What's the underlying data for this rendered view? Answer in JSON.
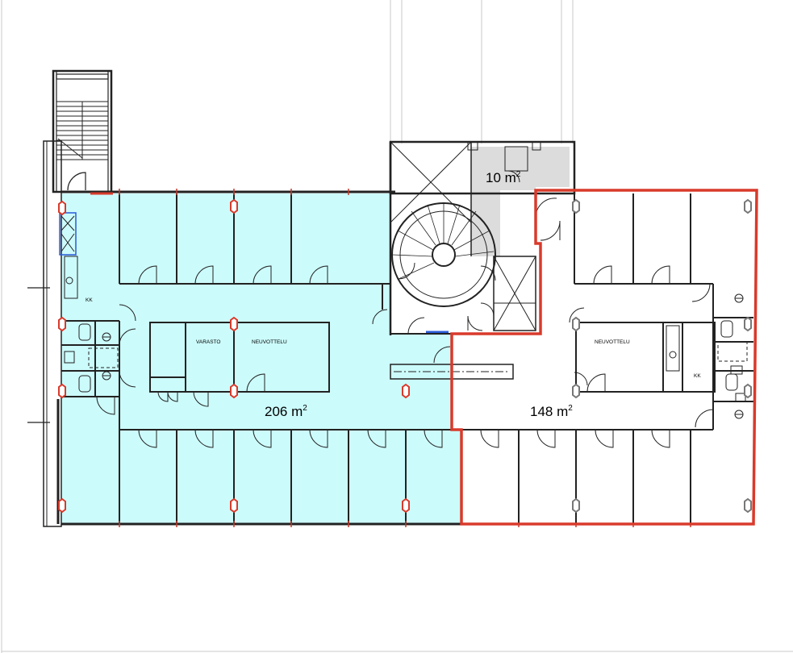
{
  "plan": {
    "areas": [
      {
        "value": "206 m",
        "unit_sup": "2"
      },
      {
        "value": "148 m",
        "unit_sup": "2"
      },
      {
        "value": "10 m",
        "unit_sup": "2"
      }
    ],
    "rooms": [
      "VARASTO",
      "NEUVOTTELU",
      "NEUVOTTELU",
      "KK",
      "KK"
    ]
  },
  "colors": {
    "leased_fill": "#ccfbfb",
    "outline_red": "#d93a2b",
    "storage_gray": "#dcdcdc",
    "wall": "#222222",
    "blue_marker": "#2a5bd7"
  }
}
